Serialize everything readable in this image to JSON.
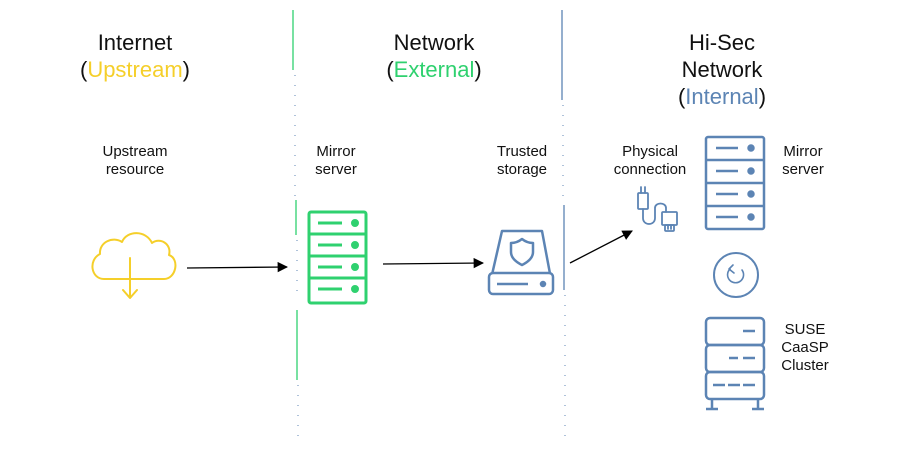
{
  "zones": [
    {
      "title": "Internet",
      "qualifier": "Upstream",
      "color": "#f5cf2a"
    },
    {
      "title": "Network",
      "qualifier": "External",
      "color": "#2fd16f"
    },
    {
      "title": "Hi-Sec",
      "title2": "Network",
      "qualifier": "Internal",
      "color": "#5c84b4"
    }
  ],
  "nodes": {
    "upstream_resource": {
      "line1": "Upstream",
      "line2": "resource",
      "icon": "cloud-download-icon"
    },
    "mirror_server_external": {
      "line1": "Mirror",
      "line2": "server",
      "icon": "server-icon"
    },
    "trusted_storage": {
      "line1": "Trusted",
      "line2": "storage",
      "icon": "secure-drive-icon"
    },
    "physical_connection": {
      "line1": "Physical",
      "line2": "connection",
      "icon": "usb-cable-icon"
    },
    "mirror_server_internal": {
      "line1": "Mirror",
      "line2": "server",
      "icon": "server-icon"
    },
    "sync": {
      "icon": "sync-icon"
    },
    "caasp_cluster": {
      "line1": "SUSE",
      "line2": "CaaSP",
      "line3": "Cluster",
      "icon": "cluster-icon"
    }
  },
  "colors": {
    "upstream": "#f5cf2a",
    "external": "#2fd16f",
    "internal": "#5c84b4",
    "arrow": "#000000"
  }
}
